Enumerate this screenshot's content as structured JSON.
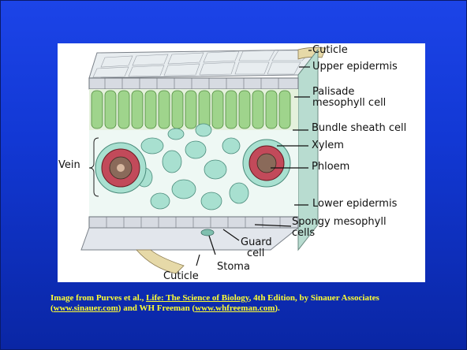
{
  "labels": {
    "cuticle_top": "Cuticle",
    "upper_epidermis": "Upper epidermis",
    "palisade_1": "Palisade",
    "palisade_2": "mesophyll cell",
    "bundle_sheath": "Bundle sheath cell",
    "xylem": "Xylem",
    "vein": "Vein",
    "phloem": "Phloem",
    "lower_epidermis": "Lower epidermis",
    "spongy_1": "Spongy mesophyll",
    "spongy_2": "cells",
    "guard_1": "Guard",
    "guard_2": "cell",
    "stoma": "Stoma",
    "cuticle_bottom": "Cuticle"
  },
  "caption": {
    "prefix": "Image from Purves et al., ",
    "book": "Life: The Science of Biology",
    "mid1": ", 4th Edition, by Sinauer Associates (",
    "link1": "www.sinauer.com",
    "mid2": ") and WH Freeman (",
    "link2": "www.whfreeman.com",
    "suffix": ")."
  },
  "colors": {
    "background": "#1c44e8",
    "caption_text": "#ffff33",
    "palisade": "#9fd48c",
    "spongy": "#a8e0d0",
    "xylem": "#c24a5a",
    "epidermis": "#c8ccd4"
  }
}
